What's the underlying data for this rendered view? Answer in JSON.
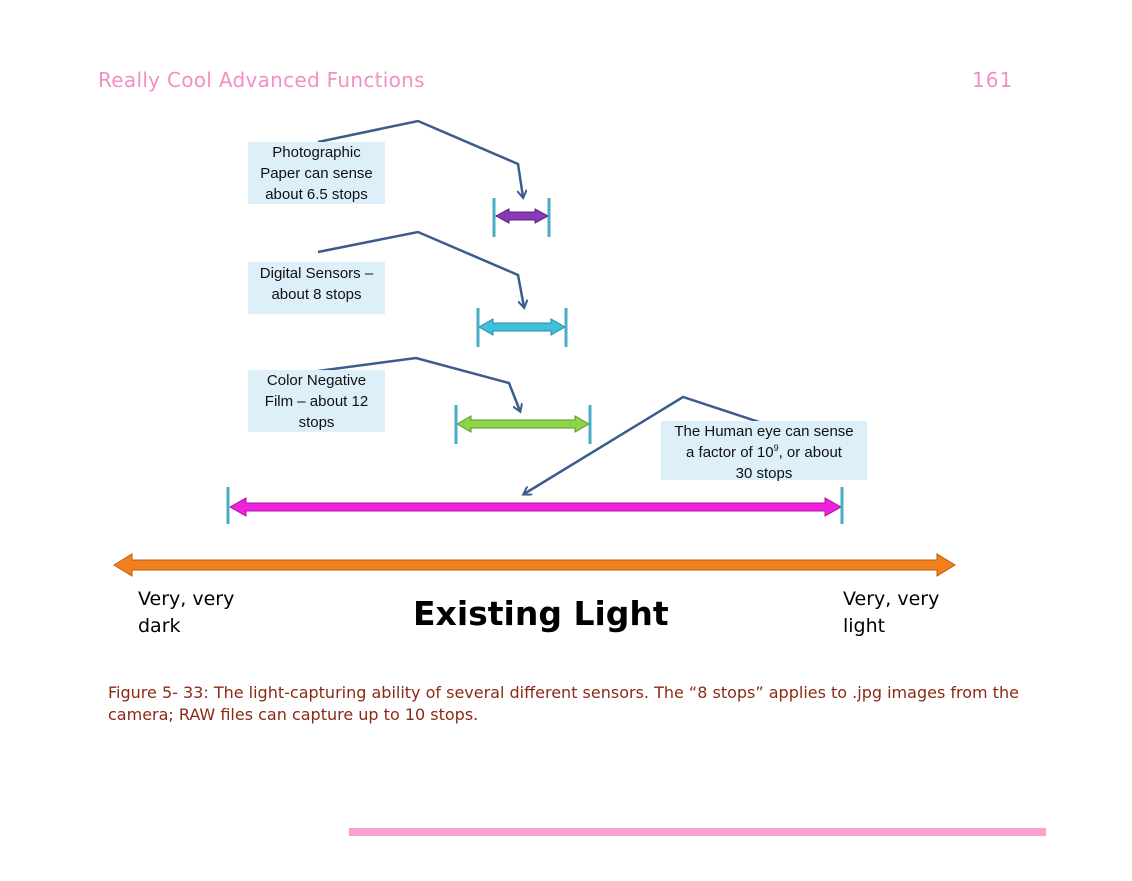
{
  "header": {
    "title": "Really Cool Advanced Functions",
    "page_number": "161"
  },
  "diagram": {
    "callouts": {
      "paper": "Photographic\nPaper can sense\nabout 6.5 stops",
      "digital": "Digital Sensors –\nabout 8 stops",
      "film": "Color Negative\nFilm – about 12\nstops",
      "eye_line1": "The Human eye can sense",
      "eye_line2_prefix": "a factor of 10",
      "eye_superscript": "9",
      "eye_line2_suffix": ", or about",
      "eye_line3": "30 stops"
    },
    "axis": {
      "left_label": "Very, very\ndark",
      "right_label": "Very, very\nlight",
      "title": "Existing Light"
    },
    "colors": {
      "axis_arrow": "#f0801e",
      "eye_arrow": "#ee22dd",
      "film_arrow": "#8ed44a",
      "digital_arrow": "#3cc0dc",
      "paper_arrow": "#8a3ab8",
      "tick": "#4bacc6",
      "connector": "#3b5c8c",
      "callout_bg": "#ddf0fa"
    }
  },
  "caption": {
    "label": "Figure 5- 33:",
    "text": " The light-capturing ability of several different sensors.  The “8 stops” applies to .jpg images from the camera; RAW files can capture up to 10 stops."
  }
}
